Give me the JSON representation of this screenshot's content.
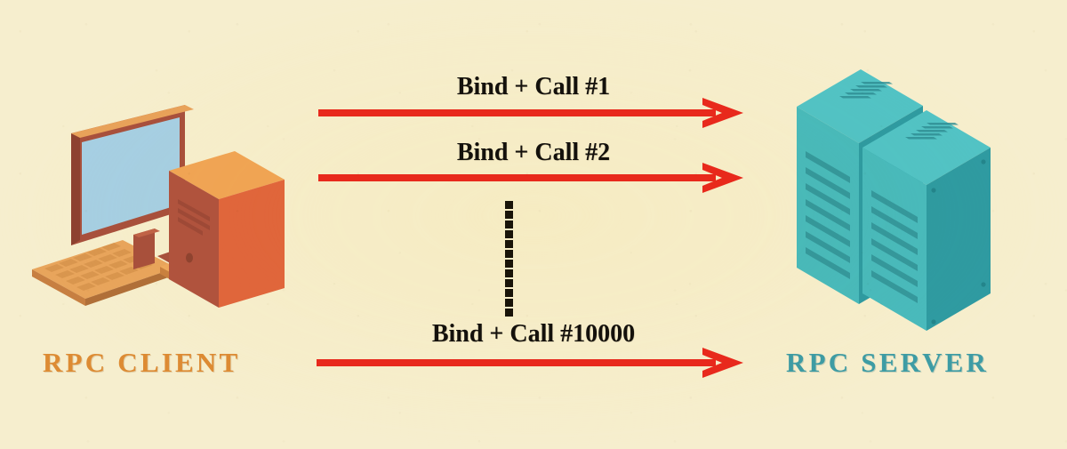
{
  "diagram": {
    "title": "RPC Bind + Call flood from client to server",
    "background_color": "#f6eece",
    "arrow_color": "#e8291c",
    "client_label_color": "#dd8b33",
    "server_label_color": "#3e9ca5"
  },
  "nodes": {
    "client": {
      "label": "RPC CLIENT",
      "icon": "desktop-computer-icon",
      "colors": {
        "screen": "#a6cfe4",
        "bezel_top": "#e8a25a",
        "bezel_side": "#a8503c",
        "tower_top": "#f0a555",
        "tower_left": "#b0533e",
        "tower_right": "#e0663c",
        "keyboard": "#e8a55c"
      }
    },
    "server": {
      "label": "RPC SERVER",
      "icon": "server-rack-icon",
      "colors": {
        "top": "#4fc1c4",
        "left": "#48b8bb",
        "right": "#2f9ba2",
        "vent": "#2f8d93"
      }
    }
  },
  "flows": [
    {
      "label": "Bind + Call #1",
      "direction": "client-to-server"
    },
    {
      "label": "Bind + Call #2",
      "direction": "client-to-server"
    },
    {
      "label": "Bind + Call #10000",
      "direction": "client-to-server"
    }
  ],
  "ellipsis": {
    "style": "vertical-dotted",
    "dot_count": 12,
    "dot_color": "#191408"
  }
}
